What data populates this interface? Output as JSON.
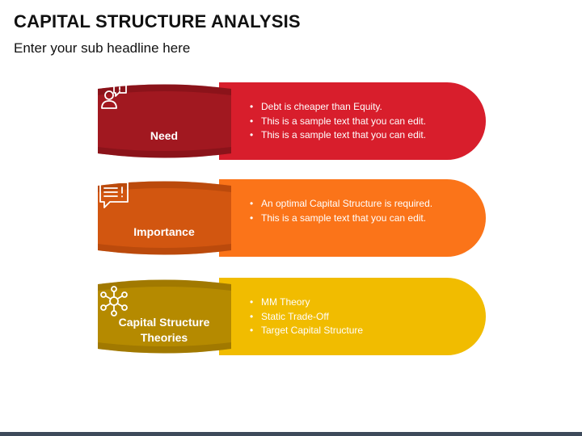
{
  "header": {
    "title": "CAPITAL STRUCTURE ANALYSIS",
    "subtitle": "Enter your sub headline here"
  },
  "rows": [
    {
      "label": "Need",
      "icon": "person-chat-icon",
      "pill_color": "#d81e2c",
      "tab_color": "#a11820",
      "tab_dark": "#7a1016",
      "bullets": [
        "Debt is cheaper than Equity.",
        "This is a sample text that you can edit.",
        "This is a sample text that you can edit."
      ]
    },
    {
      "label": "Importance",
      "icon": "speech-alert-icon",
      "pill_color": "#fb7419",
      "tab_color": "#d25610",
      "tab_dark": "#a8420a",
      "bullets": [
        "An optimal Capital Structure is required.",
        "This is a sample text that you can edit."
      ]
    },
    {
      "label": "Capital Structure Theories",
      "icon": "network-nodes-icon",
      "pill_color": "#f1bc00",
      "tab_color": "#b58a00",
      "tab_dark": "#8f6c00",
      "bullets": [
        "MM Theory",
        "Static Trade-Off",
        "Target Capital Structure"
      ]
    }
  ]
}
